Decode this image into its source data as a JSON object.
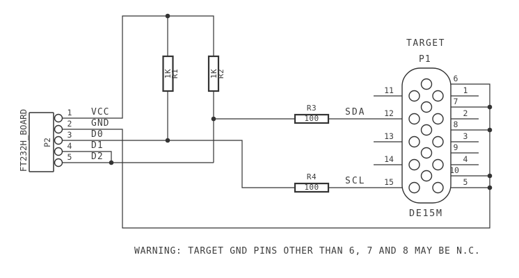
{
  "p2": {
    "board_label": "FT232H_BOARD",
    "ref": "P2",
    "pin_numbers": [
      "1",
      "2",
      "3",
      "4",
      "5"
    ],
    "net_labels": [
      "VCC",
      "GND",
      "D0",
      "D1",
      "D2"
    ]
  },
  "pullups": {
    "r1": {
      "ref": "R1",
      "value": "1K"
    },
    "r2": {
      "ref": "R2",
      "value": "1K"
    }
  },
  "series": {
    "r3": {
      "ref": "R3",
      "value": "100"
    },
    "r4": {
      "ref": "R4",
      "value": "100"
    }
  },
  "nets": {
    "sda": "SDA",
    "scl": "SCL"
  },
  "p1": {
    "title": "TARGET",
    "ref": "P1",
    "footprint": "DE15M",
    "left_pins": [
      "11",
      "12",
      "13",
      "14",
      "15"
    ],
    "right_pins": [
      "6",
      "1",
      "7",
      "2",
      "8",
      "3",
      "9",
      "4",
      "10",
      "5"
    ]
  },
  "warning": "WARNING: TARGET GND PINS OTHER THAN 6, 7 AND 8 MAY BE N.C.",
  "colors": {
    "line": "#333333",
    "text": "#3d3d3d",
    "background": "#ffffff"
  }
}
